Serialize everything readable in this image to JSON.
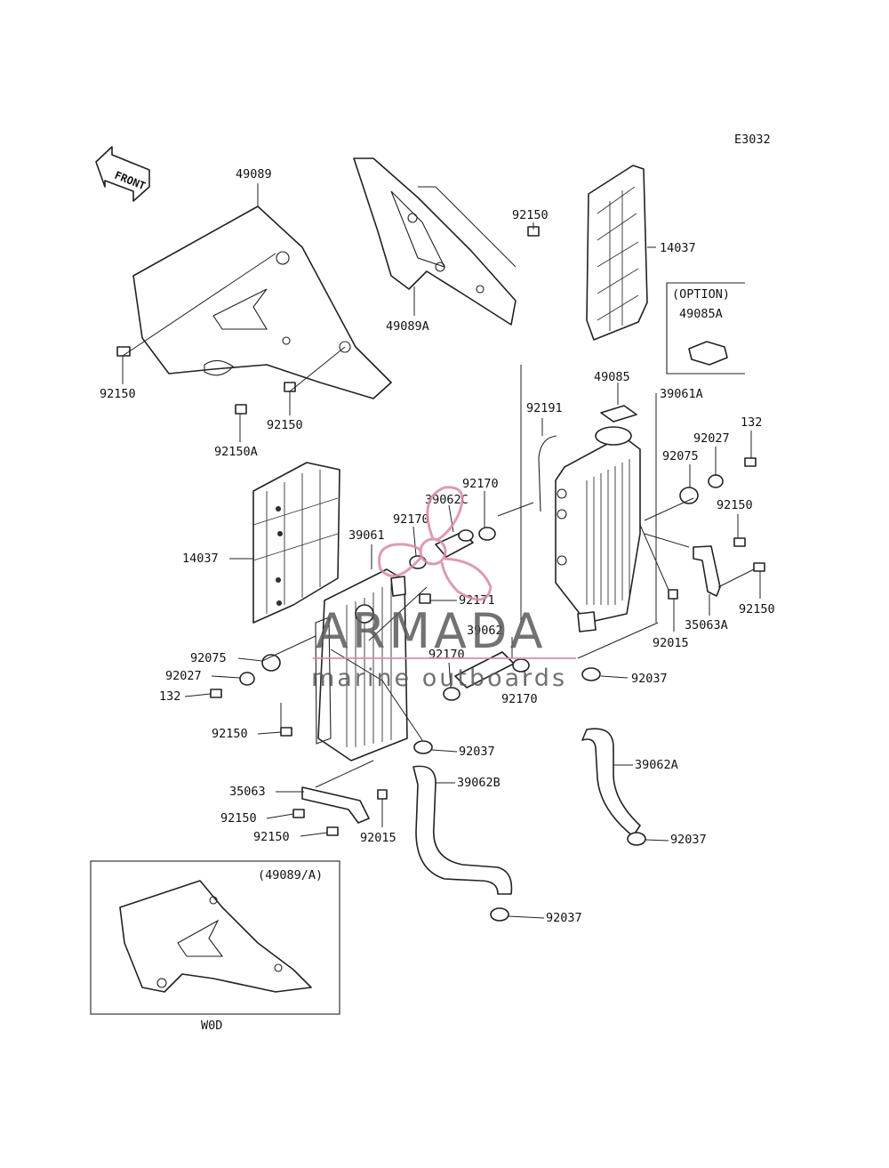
{
  "diagram_code": "E3032",
  "front_label": "FRONT",
  "option_box": {
    "title": "(OPTION)",
    "part": "49085A"
  },
  "inset_box": {
    "title": "(49089/A)",
    "caption": "W0D"
  },
  "watermark": {
    "brand": "ARMADA",
    "tagline": "marine outboards",
    "colors": {
      "pink": "#d98aa6",
      "gray": "#5a5a5a"
    }
  },
  "labels": {
    "l49089": "49089",
    "l49089A": "49089A",
    "l92150_top": "92150",
    "l14037_right": "14037",
    "l92150_left": "92150",
    "l92150A": "92150A",
    "l92150_mid": "92150",
    "l92191": "92191",
    "l49085": "49085",
    "l39061A": "39061A",
    "l132_right": "132",
    "l92027_right": "92027",
    "l92075_right": "92075",
    "l92150_r1": "92150",
    "l92150_r2": "92150",
    "l35063A": "35063A",
    "l92015_right": "92015",
    "l92170_a": "92170",
    "l39062C": "39062C",
    "l92170_b": "92170",
    "l39061": "39061",
    "l92171": "92171",
    "l14037_left": "14037",
    "l39062": "39062",
    "l92170_c": "92170",
    "l92170_d": "92170",
    "l92037_a": "92037",
    "l92075_left": "92075",
    "l92027_left": "92027",
    "l132_left": "132",
    "l92150_l2": "92150",
    "l92037_b": "92037",
    "l39062A": "39062A",
    "l39062B": "39062B",
    "l35063": "35063",
    "l92150_l3": "92150",
    "l92150_l4": "92150",
    "l92015_left": "92015",
    "l92037_c": "92037",
    "l92037_d": "92037"
  }
}
